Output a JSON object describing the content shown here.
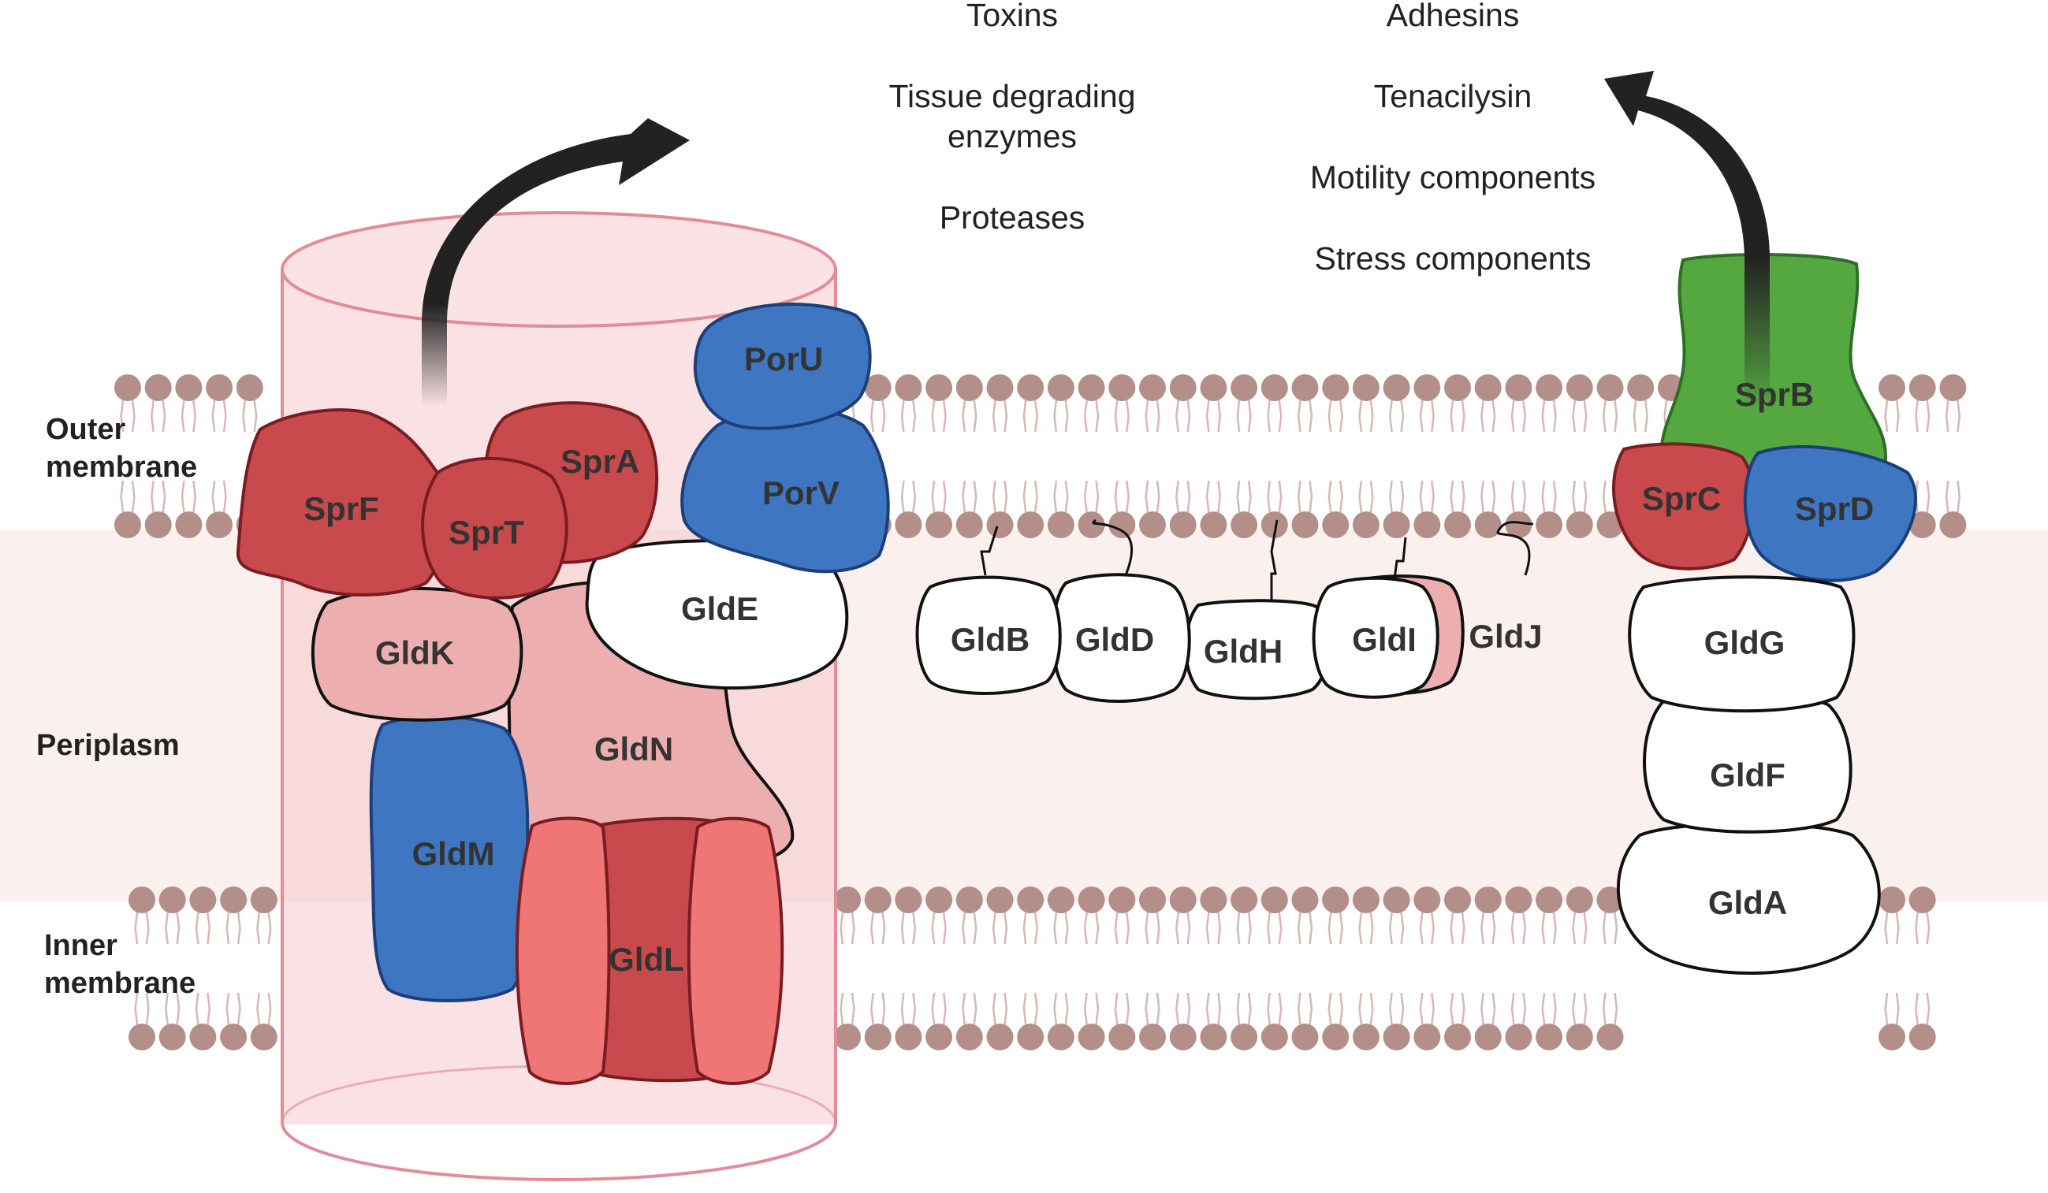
{
  "regions": {
    "outer_membrane": [
      "Outer",
      "membrane"
    ],
    "periplasm": "Periplasm",
    "inner_membrane": [
      "Inner",
      "membrane"
    ]
  },
  "secreted_left": [
    "Toxins",
    "Tissue degrading",
    "enzymes",
    "Proteases"
  ],
  "secreted_right": [
    "Adhesins",
    "Tenacilysin",
    "Motility components",
    "Stress components"
  ],
  "proteins": {
    "sprF": "SprF",
    "sprT": "SprT",
    "sprA": "SprA",
    "porU": "PorU",
    "porV": "PorV",
    "gldK": "GldK",
    "gldE": "GldE",
    "gldN": "GldN",
    "gldM": "GldM",
    "gldL": "GldL",
    "gldB": "GldB",
    "gldD": "GldD",
    "gldH": "GldH",
    "gldI": "GldI",
    "gldJ": "GldJ",
    "sprB": "SprB",
    "sprC": "SprC",
    "sprD": "SprD",
    "gldG": "GldG",
    "gldF": "GldF",
    "gldA": "GldA"
  },
  "colors": {
    "red": "#c94a4c",
    "blue": "#3f76c2",
    "pink": "#ecaeae",
    "salmon": "#f07575",
    "green": "#55a840",
    "lipid": "#b48f8a",
    "periplasm": "#faf0ee"
  }
}
